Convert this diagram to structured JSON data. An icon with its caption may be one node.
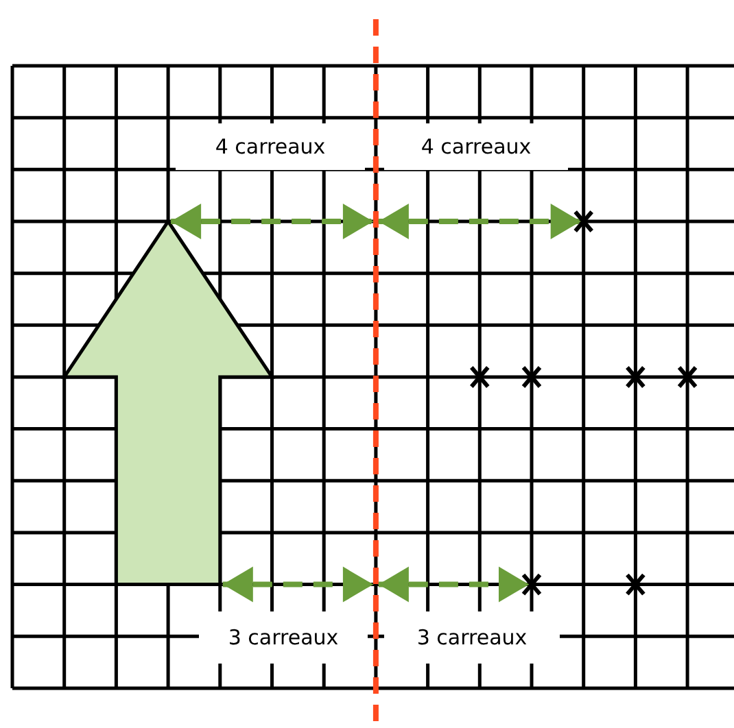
{
  "diagram": {
    "labels": [
      "4 carreaux",
      "4 carreaux",
      "3 carreaux",
      "3 carreaux"
    ]
  }
}
